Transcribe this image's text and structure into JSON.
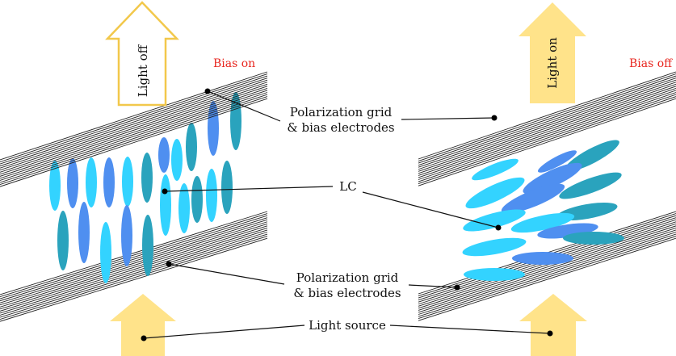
{
  "left_panel": {
    "arrow_label": "Light off",
    "bias_label": "Bias on"
  },
  "right_panel": {
    "arrow_label": "Light on",
    "bias_label": "Bias off"
  },
  "callouts": {
    "top_grid": [
      "Polarization grid",
      "& bias electrodes"
    ],
    "lc": "LC",
    "bottom_grid": [
      "Polarization grid",
      "& bias electrodes"
    ],
    "light_source": "Light source"
  },
  "colors": {
    "bias_label": "#e8261f",
    "arrow_fill_on": "#ffe38a",
    "arrow_stroke_off": "#f2c84b",
    "lc_cyan": "#33d3ff",
    "lc_blue": "#4f8ff0",
    "lc_teal": "#2aa3bd",
    "grid_line": "#222222"
  }
}
